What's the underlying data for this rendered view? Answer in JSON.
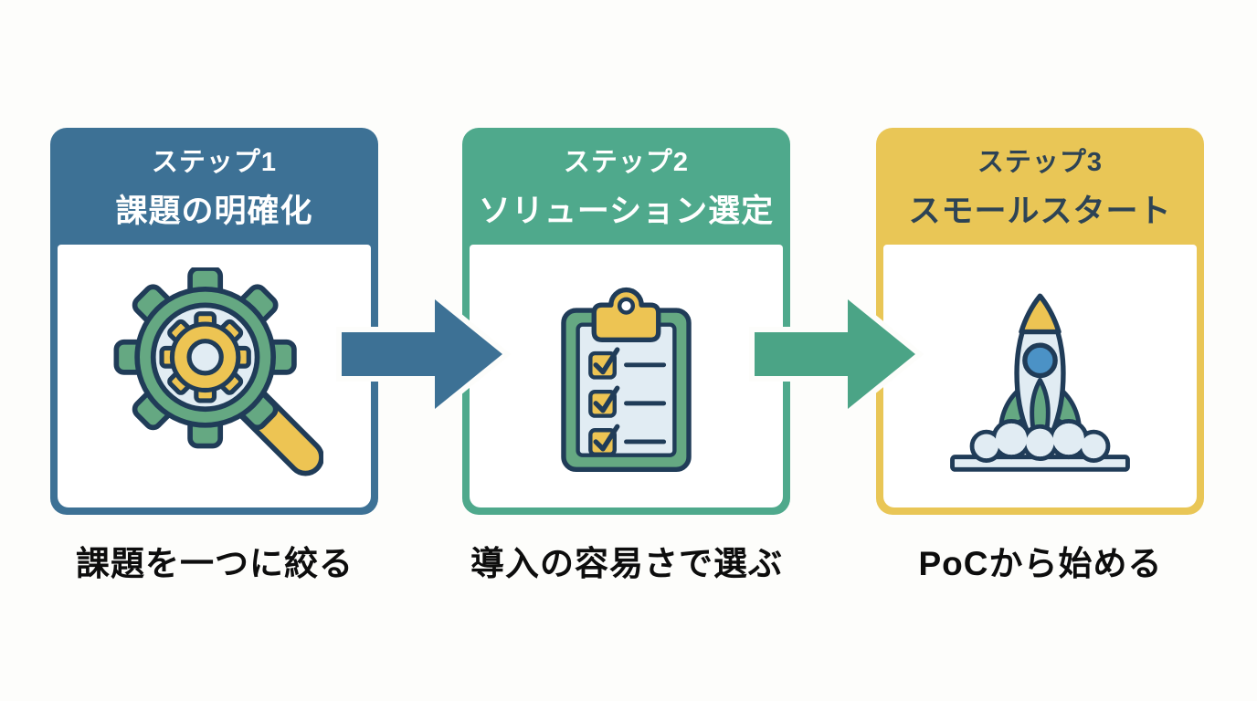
{
  "page": {
    "background": "#fdfdfb"
  },
  "palette": {
    "caption-text": "#0d0d0d",
    "icon-navy": "#203c58",
    "icon-green": "#65a882",
    "icon-yellow": "#edc453",
    "icon-light": "#e1ecf3",
    "icon-window-blue": "#4b92c6",
    "icon-white": "#ffffff"
  },
  "steps": [
    {
      "header_line1": "ステップ1",
      "header_line2": "課題の明確化",
      "caption": "課題を一つに絞る",
      "accent_color": "#3d7195",
      "header_text_color": "#ffffff",
      "icon": "gear-magnifier-icon"
    },
    {
      "header_line1": "ステップ2",
      "header_line2": "ソリューション選定",
      "caption": "導入の容易さで選ぶ",
      "accent_color": "#4fa98c",
      "header_text_color": "#ffffff",
      "icon": "checklist-clipboard-icon"
    },
    {
      "header_line1": "ステップ3",
      "header_line2": "スモールスタート",
      "caption": "PoCから始める",
      "accent_color": "#e9c656",
      "header_text_color": "#2d4355",
      "icon": "rocket-launch-icon"
    }
  ],
  "arrows": [
    {
      "name": "arrow-right-icon",
      "color": "#3d7195"
    },
    {
      "name": "arrow-right-icon",
      "color": "#4ba486"
    }
  ]
}
